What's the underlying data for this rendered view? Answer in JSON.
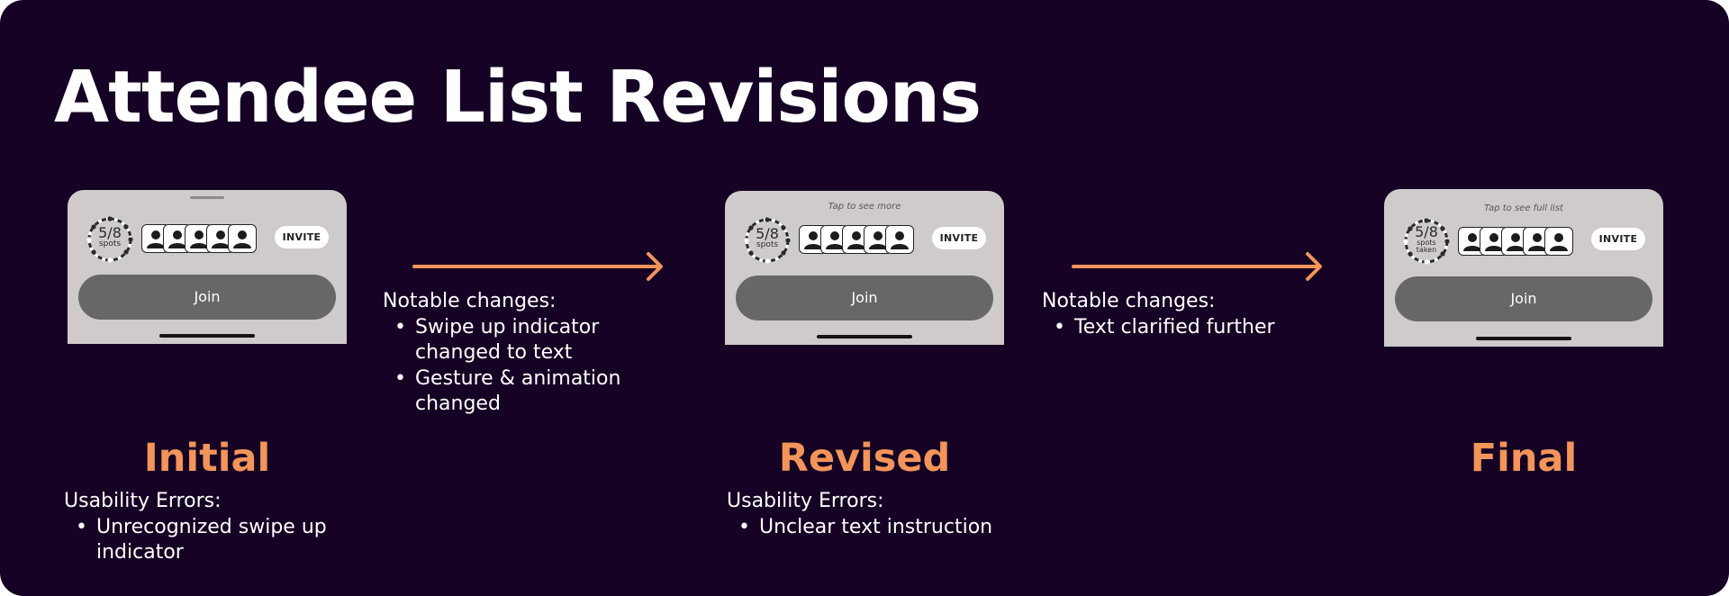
{
  "slide_title": "Attendee List Revisions",
  "colors": {
    "background": "#150224",
    "accent": "#f3945a",
    "card": "#d0cbcb",
    "join_button": "#676767"
  },
  "mockups": [
    {
      "hint": "",
      "count": "5/8",
      "count_sub": "spots",
      "count_sub2": "",
      "invite_label": "INVITE",
      "join_label": "Join",
      "avatar_icon": "person-icon"
    },
    {
      "hint": "Tap to see more",
      "count": "5/8",
      "count_sub": "spots",
      "count_sub2": "",
      "invite_label": "INVITE",
      "join_label": "Join",
      "avatar_icon": "person-icon"
    },
    {
      "hint": "Tap to see full list",
      "count": "5/8",
      "count_sub": "spots",
      "count_sub2": "taken",
      "invite_label": "INVITE",
      "join_label": "Join",
      "avatar_icon": "person-icon"
    }
  ],
  "stages": {
    "initial": {
      "label": "Initial",
      "errors_heading": "Usability Errors:",
      "errors": [
        "Unrecognized swipe up indicator"
      ]
    },
    "revised": {
      "label": "Revised",
      "errors_heading": "Usability Errors:",
      "errors": [
        "Unclear text instruction"
      ]
    },
    "final": {
      "label": "Final"
    }
  },
  "changes_1": {
    "heading": "Notable changes:",
    "items": [
      "Swipe up indicator changed to text",
      "Gesture & animation changed"
    ]
  },
  "changes_2": {
    "heading": "Notable changes:",
    "items": [
      "Text clarified further"
    ]
  }
}
